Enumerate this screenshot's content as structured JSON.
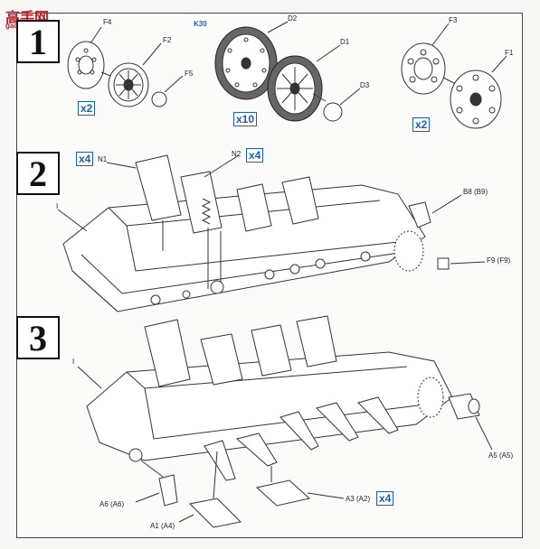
{
  "watermark": {
    "title": "高手网",
    "url": "gao-shou.com"
  },
  "steps": [
    {
      "number": "1"
    },
    {
      "number": "2"
    },
    {
      "number": "3"
    }
  ],
  "step1": {
    "parts": {
      "f4": "F4",
      "f2": "F2",
      "f5": "F5",
      "d2": "D2",
      "d1": "D1",
      "d3": "D3",
      "f3": "F3",
      "f1": "F1",
      "kit_tag": "K30"
    },
    "quantities": {
      "left": "x2",
      "center": "x10",
      "right": "x2"
    }
  },
  "step2": {
    "parts": {
      "n1": "N1",
      "n2": "N2",
      "i": "I",
      "b8": "B8 (B9)",
      "f9": "F9 (F9)"
    },
    "quantities": {
      "n1": "x4",
      "n2": "x4"
    }
  },
  "step3": {
    "parts": {
      "i": "I",
      "a5": "A5 (A5)",
      "a6": "A6 (A6)",
      "a1": "A1 (A4)",
      "a3": "A3 (A2)"
    },
    "quantities": {
      "a3": "x4"
    }
  },
  "colors": {
    "accent_blue": "#1a5fb4",
    "logo_red": "#c01c28",
    "line": "#333333"
  }
}
